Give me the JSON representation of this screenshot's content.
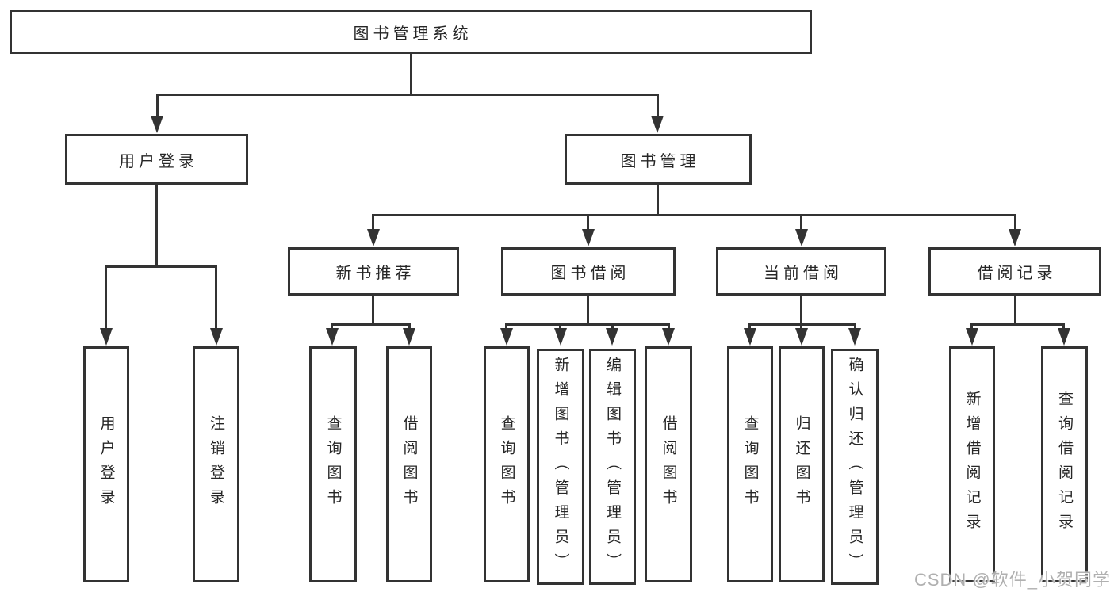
{
  "nodes": {
    "root": "图书管理系统",
    "user_login": "用户登录",
    "book_management": "图书管理",
    "new_book_recommend": "新书推荐",
    "book_borrowing": "图书借阅",
    "current_borrowing": "当前借阅",
    "borrowing_records": "借阅记录",
    "leaf_user_login": "用户登录",
    "leaf_logout": "注销登录",
    "leaf_query_books_recommend": "查询图书",
    "leaf_borrow_books_recommend": "借阅图书",
    "leaf_query_books_borrowing": "查询图书",
    "leaf_add_book_admin": "新增图书（管理员）",
    "leaf_edit_book_admin": "编辑图书（管理员）",
    "leaf_borrow_books_borrowing": "借阅图书",
    "leaf_query_books_current": "查询图书",
    "leaf_return_book": "归还图书",
    "leaf_confirm_return_admin": "确认归还（管理员）",
    "leaf_add_borrow_record": "新增借阅记录",
    "leaf_query_borrow_record": "查询借阅记录"
  },
  "watermark": "CSDN @软件_小贺同学",
  "colors": {
    "line": "#333333",
    "text": "#262626",
    "background": "#ffffff",
    "watermark": "#b0b0b0"
  }
}
